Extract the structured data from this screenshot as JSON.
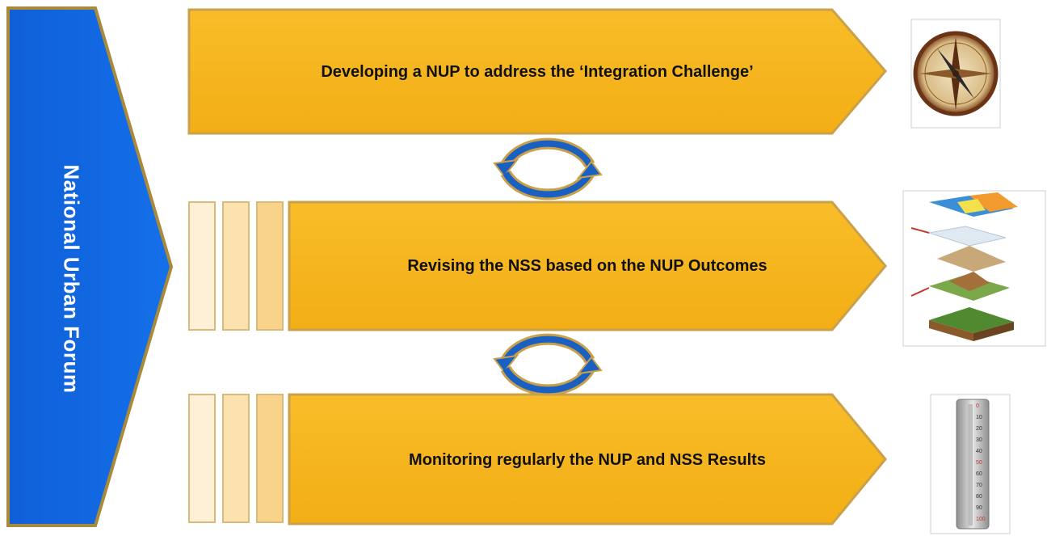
{
  "sidebar": {
    "title": "National Urban Forum"
  },
  "steps": [
    {
      "label": "Developing a NUP to address the ‘Integration Challenge’",
      "icon": "compass-icon"
    },
    {
      "label": "Revising the NSS based on the NUP Outcomes",
      "icon": "terrain-layers-icon"
    },
    {
      "label": "Monitoring regularly the NUP and NSS Results",
      "icon": "thermometer-icon"
    }
  ],
  "cycle_icons": [
    "cycle-arrows-icon",
    "cycle-arrows-icon"
  ],
  "colors": {
    "sidebar_blue": "#1166e0",
    "sidebar_border": "#a88a3a",
    "arrow_fill": "#f6b51d",
    "arrow_border": "#c9a14a",
    "tab_light": "#fdf0d6",
    "tab_mid": "#fbe2ae",
    "tab_dark": "#f8d389",
    "cycle_blue": "#1a5fc2",
    "cycle_gold": "#c8a049"
  },
  "thermometer_scale": [
    "0",
    "10",
    "20",
    "30",
    "40",
    "50",
    "60",
    "70",
    "80",
    "90",
    "100"
  ]
}
